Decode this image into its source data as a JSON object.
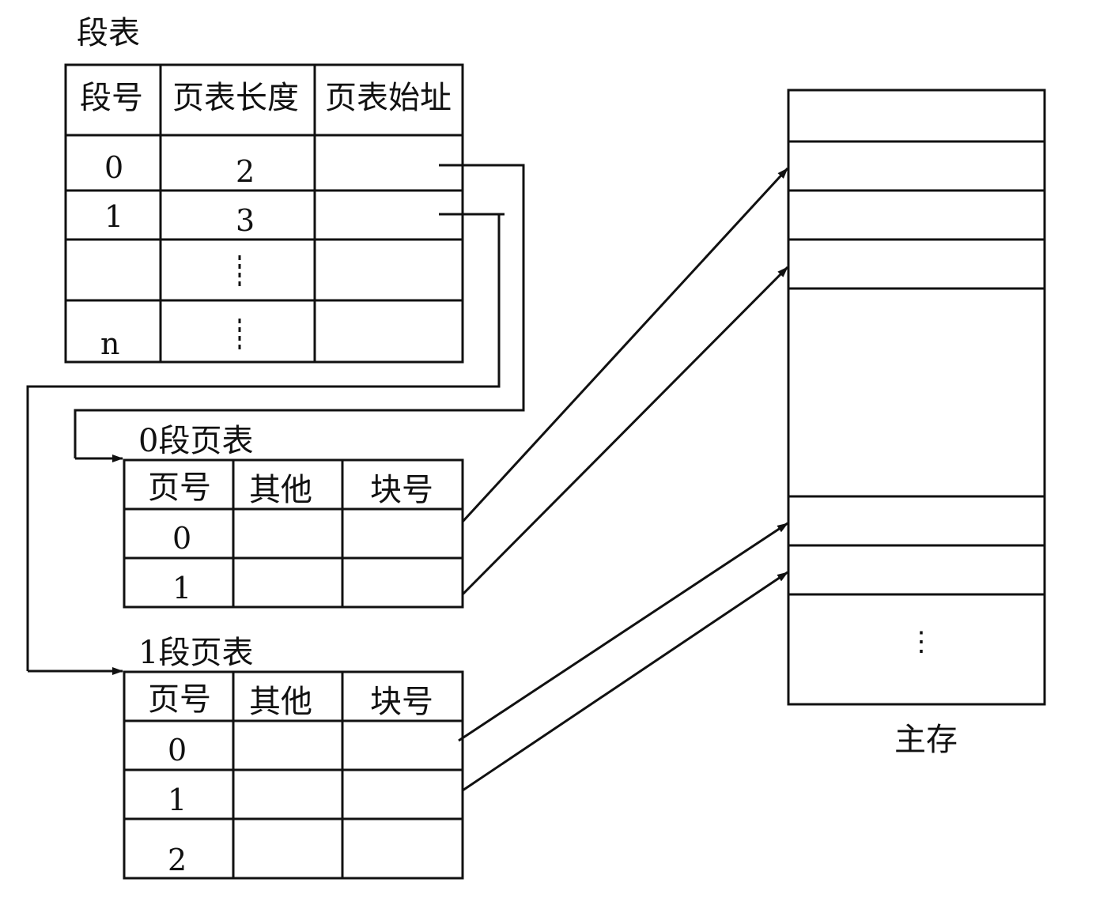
{
  "segment_table": {
    "caption": "段表",
    "headers": [
      "段号",
      "页表长度",
      "页表始址"
    ],
    "rows": [
      [
        "0",
        "2",
        ""
      ],
      [
        "1",
        "3",
        ""
      ],
      [
        "",
        "⋮",
        ""
      ],
      [
        "n",
        "⋮",
        ""
      ]
    ]
  },
  "page_tables": [
    {
      "caption": "0段页表",
      "headers": [
        "页号",
        "其他",
        "块号"
      ],
      "rows": [
        [
          "0",
          "",
          ""
        ],
        [
          "1",
          "",
          ""
        ]
      ]
    },
    {
      "caption": "1段页表",
      "headers": [
        "页号",
        "其他",
        "块号"
      ],
      "rows": [
        [
          "0",
          "",
          ""
        ],
        [
          "1",
          "",
          ""
        ],
        [
          "2",
          "",
          ""
        ]
      ]
    }
  ],
  "main_memory": {
    "label": "主存",
    "ellipsis": "⋮"
  },
  "colors": {
    "line": "#111111",
    "background": "#ffffff"
  }
}
